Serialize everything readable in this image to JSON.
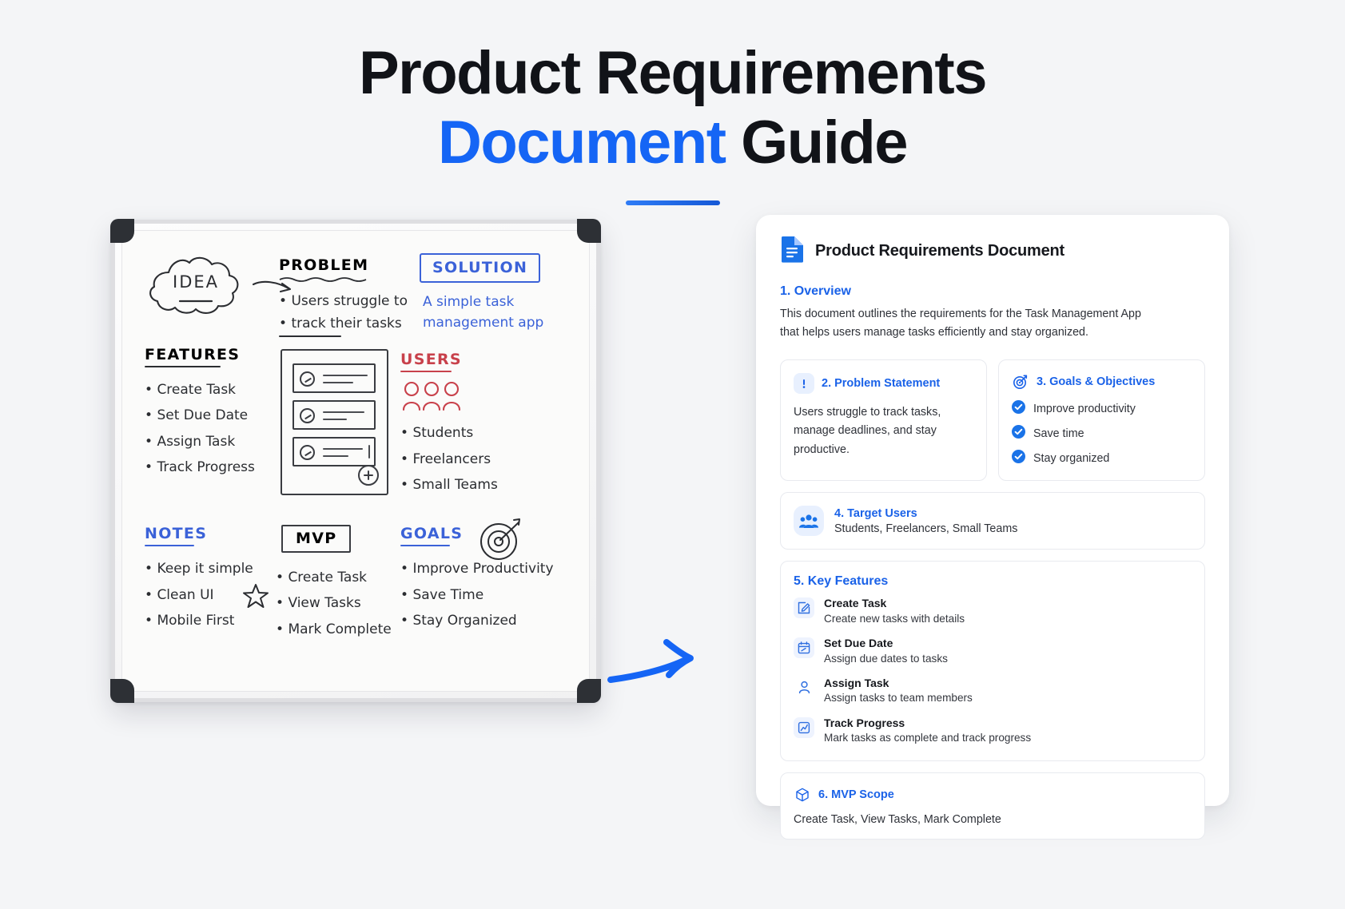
{
  "header": {
    "title_line1": "Product Requirements",
    "title_line2_accent": "Document",
    "title_line2_rest": " Guide",
    "accent_color": "#1565f5"
  },
  "whiteboard": {
    "idea_label": "IDEA",
    "problem": {
      "heading": "PROBLEM",
      "line1": "Users struggle to",
      "line2": "track their tasks"
    },
    "solution": {
      "heading": "SOLUTION",
      "line1": "A simple task",
      "line2": "management app",
      "color": "#3b62d8"
    },
    "features": {
      "heading": "FEATURES",
      "items": [
        "Create Task",
        "Set Due Date",
        "Assign Task",
        "Track Progress"
      ]
    },
    "users": {
      "heading": "USERS",
      "color": "#c8414b",
      "items": [
        "Students",
        "Freelancers",
        "Small Teams"
      ]
    },
    "notes": {
      "heading": "NOTES",
      "color": "#3b62d8",
      "items": [
        "Keep it simple",
        "Clean UI",
        "Mobile First"
      ]
    },
    "mvp": {
      "heading": "MVP",
      "items": [
        "Create Task",
        "View Tasks",
        "Mark Complete"
      ]
    },
    "goals": {
      "heading": "GOALS",
      "color": "#3b62d8",
      "items": [
        "Improve Productivity",
        "Save Time",
        "Stay Organized"
      ]
    }
  },
  "document": {
    "icon": "document-icon",
    "title": "Product Requirements Document",
    "overview": {
      "heading": "1. Overview",
      "line1": "This document outlines the requirements for the Task Management App",
      "line2": "that helps users manage tasks efficiently and stay organized."
    },
    "problem_statement": {
      "icon": "alert-icon",
      "heading": "2. Problem Statement",
      "body": "Users struggle to track tasks, manage deadlines, and stay productive."
    },
    "goals": {
      "icon": "target-icon",
      "heading": "3. Goals & Objectives",
      "items": [
        "Improve productivity",
        "Save time",
        "Stay organized"
      ]
    },
    "target_users": {
      "icon": "users-group-icon",
      "heading": "4. Target Users",
      "body": "Students, Freelancers, Small Teams"
    },
    "key_features": {
      "heading": "5. Key Features",
      "items": [
        {
          "icon": "edit-square-icon",
          "name": "Create Task",
          "desc": "Create new tasks with details"
        },
        {
          "icon": "calendar-icon",
          "name": "Set Due Date",
          "desc": "Assign due dates to tasks"
        },
        {
          "icon": "person-icon",
          "name": "Assign Task",
          "desc": "Assign tasks to team members"
        },
        {
          "icon": "chart-icon",
          "name": "Track Progress",
          "desc": "Mark tasks as complete and track progress"
        }
      ]
    },
    "mvp_scope": {
      "icon": "cube-icon",
      "heading": "6. MVP Scope",
      "body": "Create Task, View Tasks, Mark Complete"
    }
  }
}
